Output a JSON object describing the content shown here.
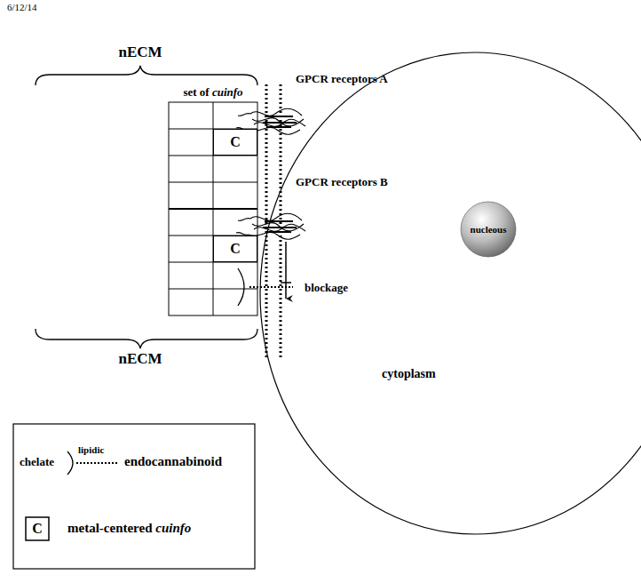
{
  "diagram": {
    "nodes": [
      {
        "text": [
          "set of cuinfo"
        ]
      },
      {
        "text": [
          "C"
        ],
        "in": 0
      },
      {
        "text": [
          "C"
        ],
        "in": 0
      },
      {
        "text": [
          "cytoplasm"
        ]
      },
      {
        "text": [
          "nucleous"
        ],
        "in": 3
      }
    ],
    "labels": [
      "6/12/14",
      "nECM",
      "GPCR receptors A",
      "GPCR receptors B",
      "blockage",
      "nECM",
      "chelate",
      "lipidic",
      "C"
    ],
    "legend": [
      {
        "text": "endocannabinoid"
      },
      {
        "text": "metal-centered cuinfo"
      }
    ]
  }
}
